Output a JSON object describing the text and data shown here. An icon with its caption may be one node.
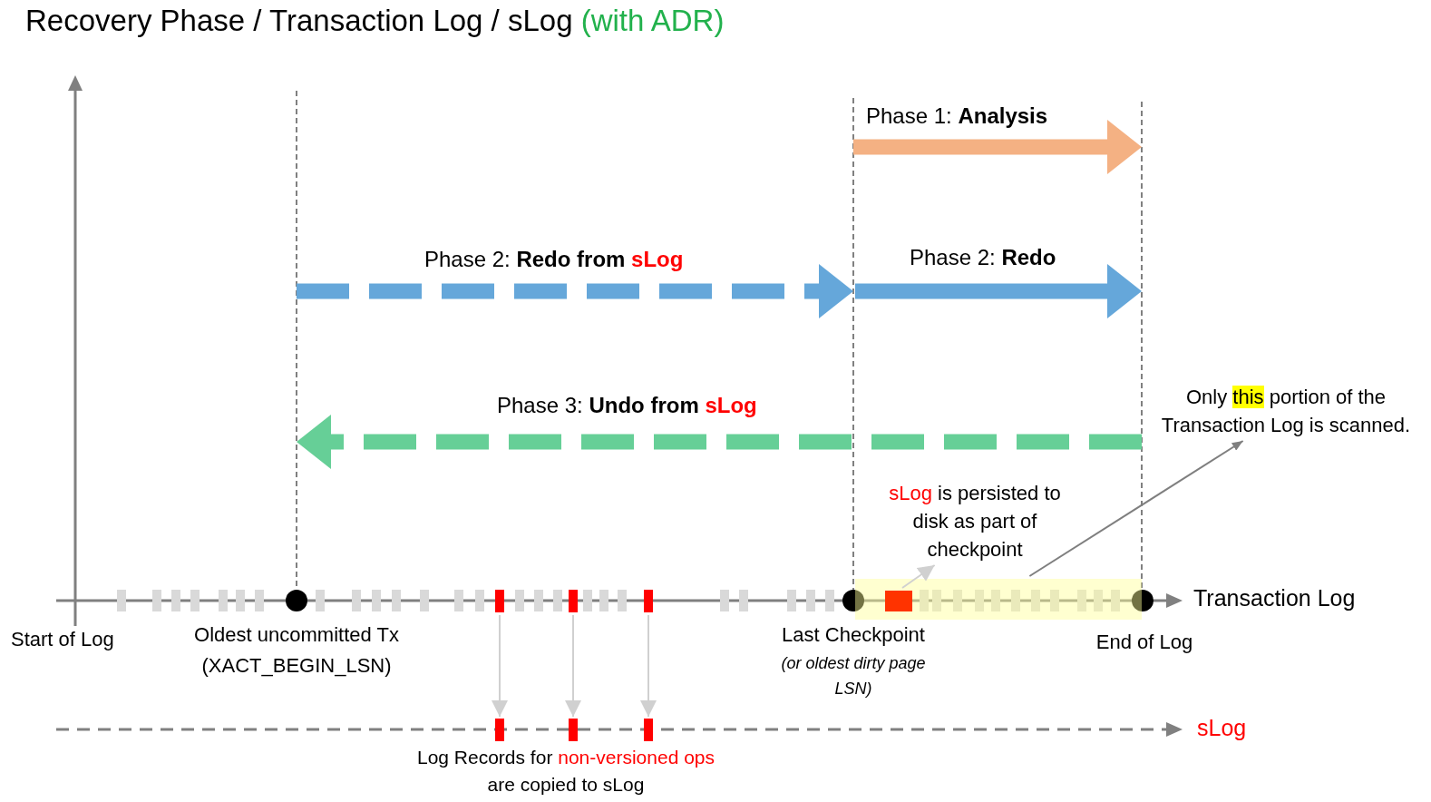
{
  "diagram": {
    "title": "Recovery Phase / Transaction Log / sLog (with ADR)",
    "nodes": [
      {
        "text": [],
        "shape": "circle",
        "beside": [
          "Oldest uncommitted Tx (XACT_BEGIN_LSN)"
        ]
      },
      {
        "text": [],
        "shape": "circle",
        "beside": [
          "Last Checkpoint",
          "(or oldest dirty page LSN)"
        ]
      },
      {
        "text": [],
        "shape": "circle",
        "beside": [
          "End of Log"
        ]
      },
      {
        "text": [],
        "shape": "bar"
      },
      {
        "text": [],
        "shape": "bar"
      },
      {
        "text": [],
        "shape": "bar"
      },
      {
        "text": [],
        "shape": "bar"
      },
      {
        "text": [],
        "shape": "bar"
      },
      {
        "text": [],
        "shape": "bar"
      },
      {
        "text": [],
        "shape": "box"
      },
      {
        "text": [],
        "shape": "box",
        "in": 9
      },
      {
        "text": [
          "sLog",
          "is persisted to disk as part of checkpoint"
        ]
      },
      {
        "text": [
          "Only",
          "this",
          "portion of the Transaction Log is scanned."
        ]
      }
    ],
    "edges": [
      {
        "from": 3,
        "to": 6,
        "arrow": "to"
      },
      {
        "from": 4,
        "to": 7,
        "arrow": "to"
      },
      {
        "from": 5,
        "to": 8,
        "arrow": "to"
      },
      {
        "from": 10,
        "to": 11,
        "arrow": "to"
      },
      {
        "from": 9,
        "to": 12,
        "arrow": "to",
        "color": "#7f7f7f"
      }
    ],
    "labels": [
      "Phase 1: **Analysis**",
      "Phase 2: **Redo from**",
      "sLog",
      "Phase 2: **Redo**",
      "Phase 3: **Undo from**",
      "sLog",
      "Start of Log",
      "Transaction Log",
      "sLog",
      "Log Records for",
      "non-versioned ops",
      "are copied to sLog"
    ]
  }
}
